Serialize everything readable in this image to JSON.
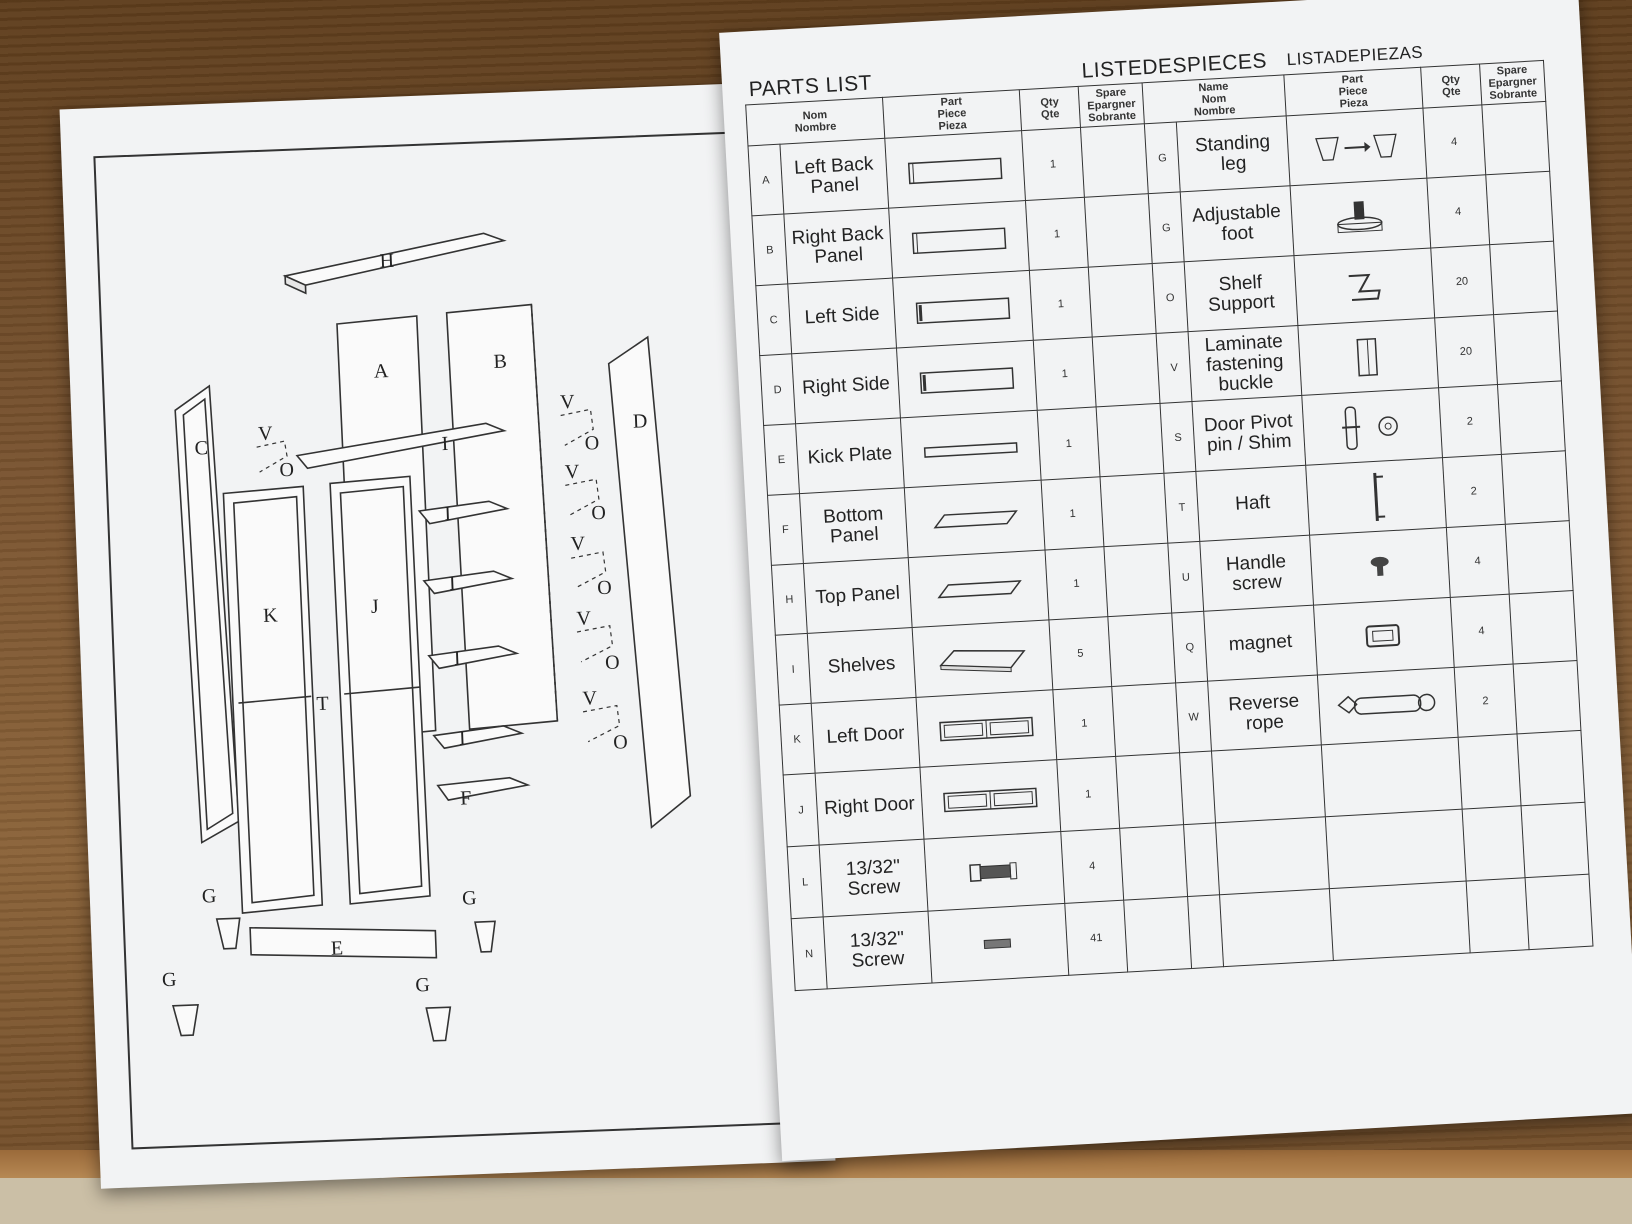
{
  "diagram": {
    "part_letters": [
      "H",
      "A",
      "B",
      "C",
      "D",
      "I",
      "I",
      "I",
      "I",
      "I",
      "K",
      "J",
      "T",
      "F",
      "E",
      "G",
      "G",
      "G",
      "G",
      "V",
      "O",
      "V",
      "O",
      "V",
      "O",
      "V",
      "O",
      "V",
      "O",
      "V",
      "O"
    ]
  },
  "header": {
    "left_title": "PARTS LIST",
    "mid_title": "LISTEDESPIECES",
    "right_title": "LISTADEPIEZAS",
    "col_nom": [
      "Nom",
      "Nombre"
    ],
    "col_part": [
      "Part",
      "Piece",
      "Pieza"
    ],
    "col_qty": [
      "Qty",
      "Qte"
    ],
    "col_spare": [
      "Spare",
      "Epargner",
      "Sobrante"
    ],
    "col_name": [
      "Name",
      "Nom",
      "Nombre"
    ]
  },
  "rows": [
    {
      "l_code": "A",
      "l_name": "Left Back Panel",
      "l_icon": "panel-icon",
      "l_qty": "1",
      "r_code": "G",
      "r_name": "Standing leg",
      "r_icon": "leg-icon",
      "r_qty": "4"
    },
    {
      "l_code": "B",
      "l_name": "Right Back Panel",
      "l_icon": "panel-icon",
      "l_qty": "1",
      "r_code": "G",
      "r_name": "Adjustable foot",
      "r_icon": "foot-icon",
      "r_qty": "4"
    },
    {
      "l_code": "C",
      "l_name": "Left Side",
      "l_icon": "side-panel-icon",
      "l_qty": "1",
      "r_code": "O",
      "r_name": "Shelf Support",
      "r_icon": "shelf-support-icon",
      "r_qty": "20"
    },
    {
      "l_code": "D",
      "l_name": "Right Side",
      "l_icon": "side-panel-icon",
      "l_qty": "1",
      "r_code": "V",
      "r_name": "Laminate fastening buckle",
      "r_icon": "buckle-icon",
      "r_qty": "20"
    },
    {
      "l_code": "E",
      "l_name": "Kick Plate",
      "l_icon": "kick-plate-icon",
      "l_qty": "1",
      "r_code": "S",
      "r_name": "Door Pivot pin / Shim",
      "r_icon": "pivot-pin-icon",
      "r_qty": "2"
    },
    {
      "l_code": "F",
      "l_name": "Bottom Panel",
      "l_icon": "flat-panel-icon",
      "l_qty": "1",
      "r_code": "T",
      "r_name": "Haft",
      "r_icon": "handle-icon",
      "r_qty": "2"
    },
    {
      "l_code": "H",
      "l_name": "Top Panel",
      "l_icon": "flat-panel-icon",
      "l_qty": "1",
      "r_code": "U",
      "r_name": "Handle screw",
      "r_icon": "screw-icon",
      "r_qty": "4"
    },
    {
      "l_code": "I",
      "l_name": "Shelves",
      "l_icon": "shelf-icon",
      "l_qty": "5",
      "r_code": "Q",
      "r_name": "magnet",
      "r_icon": "magnet-icon",
      "r_qty": "4"
    },
    {
      "l_code": "K",
      "l_name": "Left Door",
      "l_icon": "door-icon",
      "l_qty": "1",
      "r_code": "W",
      "r_name": "Reverse rope",
      "r_icon": "rope-icon",
      "r_qty": "2"
    },
    {
      "l_code": "J",
      "l_name": "Right Door",
      "l_icon": "door-icon",
      "l_qty": "1",
      "r_code": "",
      "r_name": "",
      "r_icon": "",
      "r_qty": ""
    },
    {
      "l_code": "L",
      "l_name": "13/32\" Screw",
      "l_icon": "bolt-icon",
      "l_qty": "4",
      "r_code": "",
      "r_name": "",
      "r_icon": "",
      "r_qty": ""
    },
    {
      "l_code": "N",
      "l_name": "13/32\" Screw",
      "l_icon": "small-screw-icon",
      "l_qty": "41",
      "r_code": "",
      "r_name": "",
      "r_icon": "",
      "r_qty": ""
    }
  ]
}
